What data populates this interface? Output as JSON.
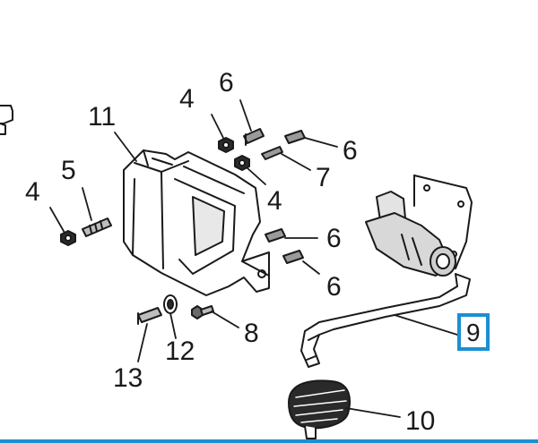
{
  "colors": {
    "accent": "#1b8fd2",
    "line": "#1a1a1a",
    "part_fill": "#ffffff",
    "part_shade": "#cfcfcf",
    "dark_part": "#2a2a2a"
  },
  "callouts": [
    {
      "id": "c-6-top",
      "text": "6"
    },
    {
      "id": "c-4-top",
      "text": "4"
    },
    {
      "id": "c-11",
      "text": "11"
    },
    {
      "id": "c-6-right",
      "text": "6"
    },
    {
      "id": "c-7",
      "text": "7"
    },
    {
      "id": "c-5",
      "text": "5"
    },
    {
      "id": "c-4-left",
      "text": "4"
    },
    {
      "id": "c-4-mid",
      "text": "4"
    },
    {
      "id": "c-6-mid",
      "text": "6"
    },
    {
      "id": "c-6-low",
      "text": "6"
    },
    {
      "id": "c-8",
      "text": "8"
    },
    {
      "id": "c-12",
      "text": "12"
    },
    {
      "id": "c-13",
      "text": "13"
    },
    {
      "id": "c-10",
      "text": "10"
    },
    {
      "id": "c-9",
      "text": "9",
      "selected": true
    }
  ],
  "icons": [
    "bolt-icon",
    "nut-icon",
    "washer-icon",
    "bracket-icon",
    "valve-icon",
    "hose-icon",
    "grommet-icon"
  ]
}
